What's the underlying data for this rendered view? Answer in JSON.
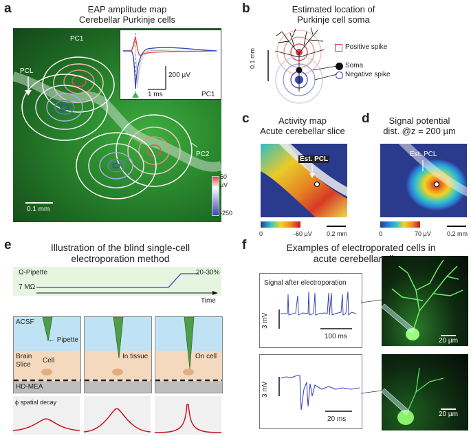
{
  "panels": {
    "a": {
      "letter": "a",
      "title_line1": "EAP amplitude map",
      "title_line2": "Cerebellar Purkinje cells",
      "pc1": "PC1",
      "pc2": "PC2",
      "pcl": "PCL",
      "scale_bar": "0.1 mm",
      "colorbar_max": "50",
      "colorbar_unit": "µV",
      "colorbar_min": "-250",
      "inset_volt": "200 µV",
      "inset_time": "1 ms",
      "inset_label": "PC1"
    },
    "b": {
      "letter": "b",
      "title_line1": "Estimated location of",
      "title_line2": "Purkinje cell soma",
      "scale": "0.1 mm",
      "legend_positive": "Positive spike",
      "legend_soma": "Soma",
      "legend_negative": "Negative spike"
    },
    "c": {
      "letter": "c",
      "title_line1": "Activity map",
      "title_line2": "Acute cerebellar slice",
      "est_pcl": "Est. PCL",
      "cb_min": "0",
      "cb_max": "-60 µV",
      "scale": "0.2 mm"
    },
    "d": {
      "letter": "d",
      "title_line1": "Signal potential",
      "title_line2": "dist. @z = 200 µm",
      "est_pcl": "Est. PCL",
      "cb_min": "0",
      "cb_max": "70 µV",
      "scale": "0.2 mm"
    },
    "e": {
      "letter": "e",
      "title_line1": "Illustration of the blind single-cell",
      "title_line2": "electroporation method",
      "pipette": "Ω-Pipette",
      "resistance": "7 MΩ",
      "increase": "20-30%",
      "time": "Time",
      "acsf": "ACSF",
      "pipette_arrow": "Pipette",
      "brain_slice_1": "Brain",
      "brain_slice_2": "Slice",
      "cell": "Cell",
      "in_tissue": "In tissue",
      "on_cell": "On cell",
      "hdmea": "HD-MEA",
      "decay": "ϕ spatial decay"
    },
    "f": {
      "letter": "f",
      "title_line1": "Examples of electroporated cells in",
      "title_line2": "acute cerebellar slices",
      "signal_title": "Signal after electroporation",
      "v1": "3 mV",
      "t1": "100 ms",
      "s1": "20 µm",
      "v2": "3 mV",
      "t2": "20 ms",
      "s2": "20 µm"
    }
  },
  "colors": {
    "positive": "#e0413a",
    "negative": "#3b46b4",
    "trace": "#3b46b4",
    "decay": "#c8141e",
    "acsf": "#bfe3f5",
    "slice": "#f5d9bf",
    "mea": "#bdbdbd",
    "green_bg": "#1e6a22"
  }
}
